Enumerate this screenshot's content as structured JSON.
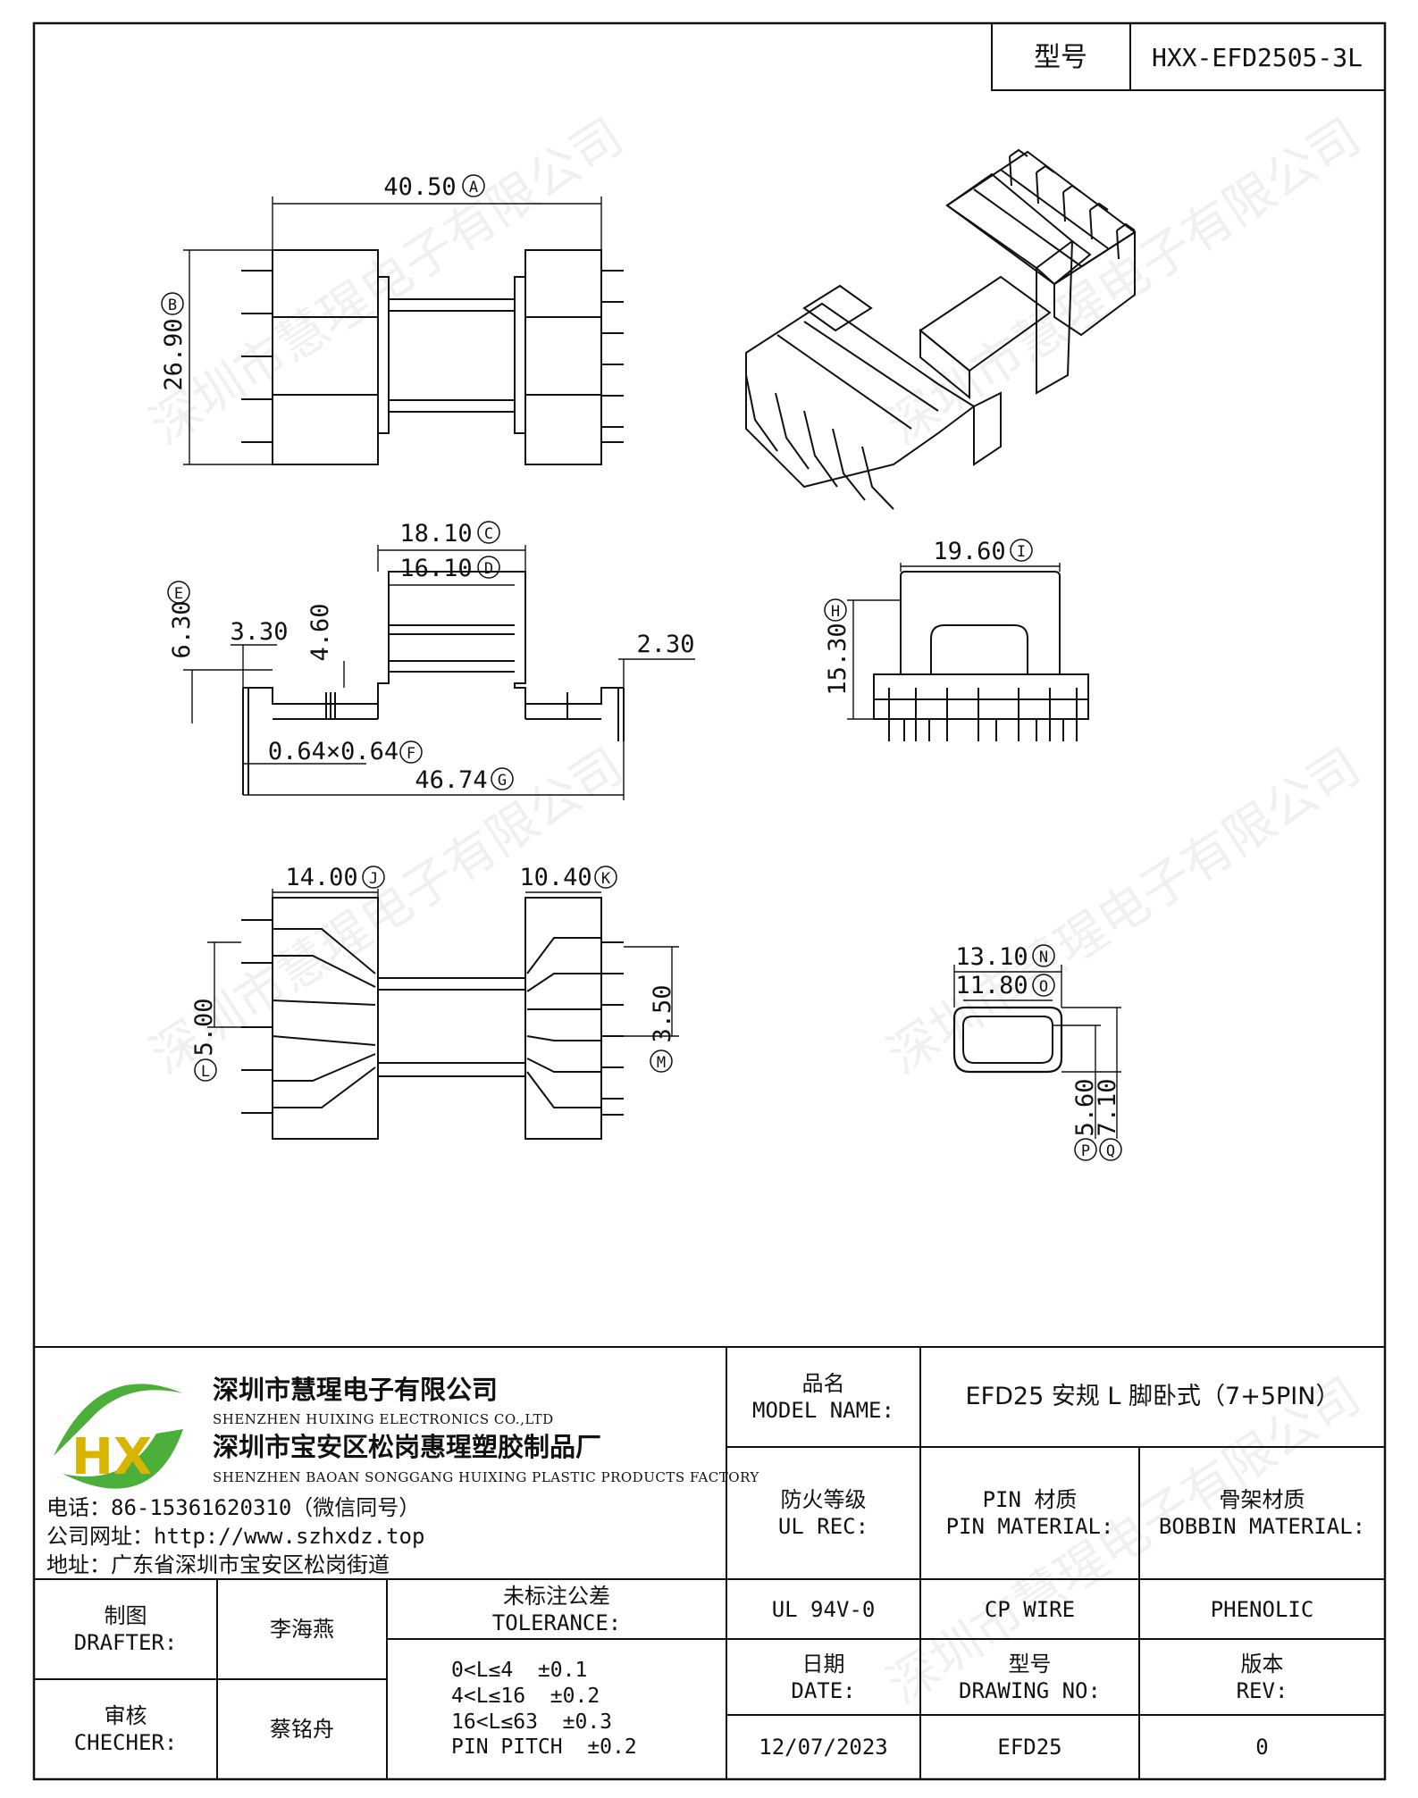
{
  "header": {
    "model_label": "型号",
    "model_value": "HXX-EFD2505-3L"
  },
  "dimensions": {
    "A": "40.50",
    "B": "26.90",
    "C": "18.10",
    "D": "16.10",
    "E": "6.30",
    "h330": "3.30",
    "h460": "4.60",
    "h230": "2.30",
    "F": "0.64×0.64",
    "G": "46.74",
    "I": "19.60",
    "H": "15.30",
    "J": "14.00",
    "K": "10.40",
    "L": "5.00",
    "M": "3.50",
    "N": "13.10",
    "O": "11.80",
    "P": "5.60",
    "Q": "7.10"
  },
  "company": {
    "name_cn": "深圳市慧瑆电子有限公司",
    "name_en": "SHENZHEN HUIXING ELECTRONICS CO.,LTD",
    "factory_cn": "深圳市宝安区松岗惠瑆塑胶制品厂",
    "factory_en": "SHENZHEN BAOAN SONGGANG HUIXING PLASTIC PRODUCTS FACTORY",
    "phone": "电话：86-15361620310（微信同号）",
    "website": "公司网址：http://www.szhxdz.top",
    "address": "地址：广东省深圳市宝安区松岗街道",
    "logo_text": "HX",
    "watermark": "深圳市慧瑆电子有限公司"
  },
  "title_block": {
    "model_name_cn": "品名",
    "model_name_en": "MODEL NAME:",
    "model_name_value": "EFD25 安规 L 脚卧式（7+5PIN）",
    "ul_cn": "防火等级",
    "ul_en": "UL REC:",
    "pin_cn": "PIN 材质",
    "pin_en": "PIN MATERIAL:",
    "bobbin_cn": "骨架材质",
    "bobbin_en": "BOBBIN MATERIAL:",
    "ul_value": "UL 94V-0",
    "pin_value": "CP WIRE",
    "bobbin_value": "PHENOLIC",
    "drafter_cn": "制图",
    "drafter_en": "DRAFTER:",
    "drafter_value": "李海燕",
    "checker_cn": "审核",
    "checker_en": "CHECHER:",
    "checker_value": "蔡铭舟",
    "tolerance_cn": "未标注公差",
    "tolerance_en": "TOLERANCE:",
    "tolerances": [
      "0<L≤4  ±0.1",
      "4<L≤16  ±0.2",
      "16<L≤63  ±0.3",
      "PIN PITCH  ±0.2"
    ],
    "date_cn": "日期",
    "date_en": "DATE:",
    "date_value": "12/07/2023",
    "drawing_cn": "型号",
    "drawing_en": "DRAWING NO:",
    "drawing_value": "EFD25",
    "rev_cn": "版本",
    "rev_en": "REV:",
    "rev_value": "0"
  },
  "colors": {
    "line": "#111111",
    "logo_green": "#4caf3a",
    "logo_yellow": "#d9b500"
  }
}
